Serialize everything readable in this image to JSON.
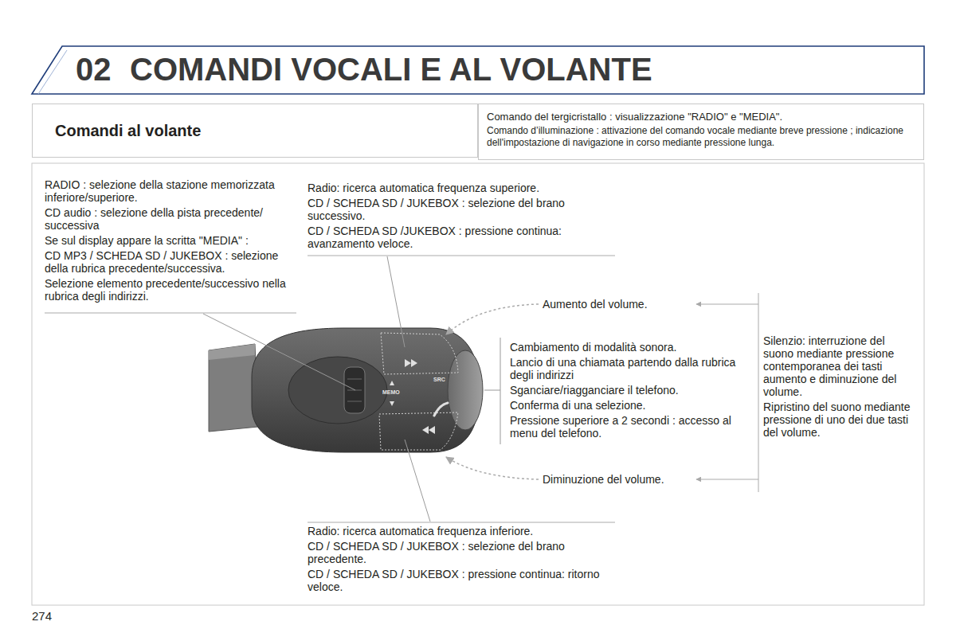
{
  "diagram": {
    "title": "COMANDI VOCALI E AL VOLANTE",
    "nodes": [
      {
        "text": [
          "Comandi al volante"
        ]
      },
      {
        "text": [
          "Comando del tergicristallo : visualizzazione \"RADIO\" e \"MEDIA\".",
          "Comando d’illuminazione : attivazione del comando vocale mediante breve pressione ; indicazione dell'impostazione di navigazione in corso mediante pressione lunga."
        ]
      }
    ],
    "labels": [
      "02",
      "RADIO : selezione della stazione memorizzata inferiore/superiore.",
      "CD audio : selezione della pista precedente/ successiva",
      "Se sul display appare la scritta \"MEDIA\" :",
      "CD MP3 / SCHEDA SD / JUKEBOX : selezione della rubrica precedente/successiva.",
      "Selezione elemento precedente/successivo nella rubrica degli indirizzi.",
      "Radio: ricerca automatica frequenza superiore.",
      "CD / SCHEDA SD / JUKEBOX : selezione del brano successivo.",
      "CD / SCHEDA SD /JUKEBOX : pressione continua: avanzamento veloce.",
      "Aumento del volume.",
      "Cambiamento di modalità sonora.",
      "Lancio di una chiamata partendo dalla rubrica degli indirizzi",
      "Sganciare/riagganciare il telefono.",
      "Conferma di una selezione.",
      "Pressione superiore a 2 secondi : accesso al menu del telefono.",
      "Silenzio: interruzione del suono mediante pressione contemporanea dei tasti aumento e diminuzione del volume.",
      "Ripristino del suono mediante pressione di uno dei due tasti del volume.",
      "Diminuzione del volume.",
      "Radio: ricerca automatica frequenza inferiore.",
      "CD / SCHEDA SD / JUKEBOX : selezione del brano precedente.",
      "CD / SCHEDA SD / JUKEBOX : pressione continua: ritorno veloce.",
      "MEMO",
      "SRC",
      "274"
    ]
  }
}
